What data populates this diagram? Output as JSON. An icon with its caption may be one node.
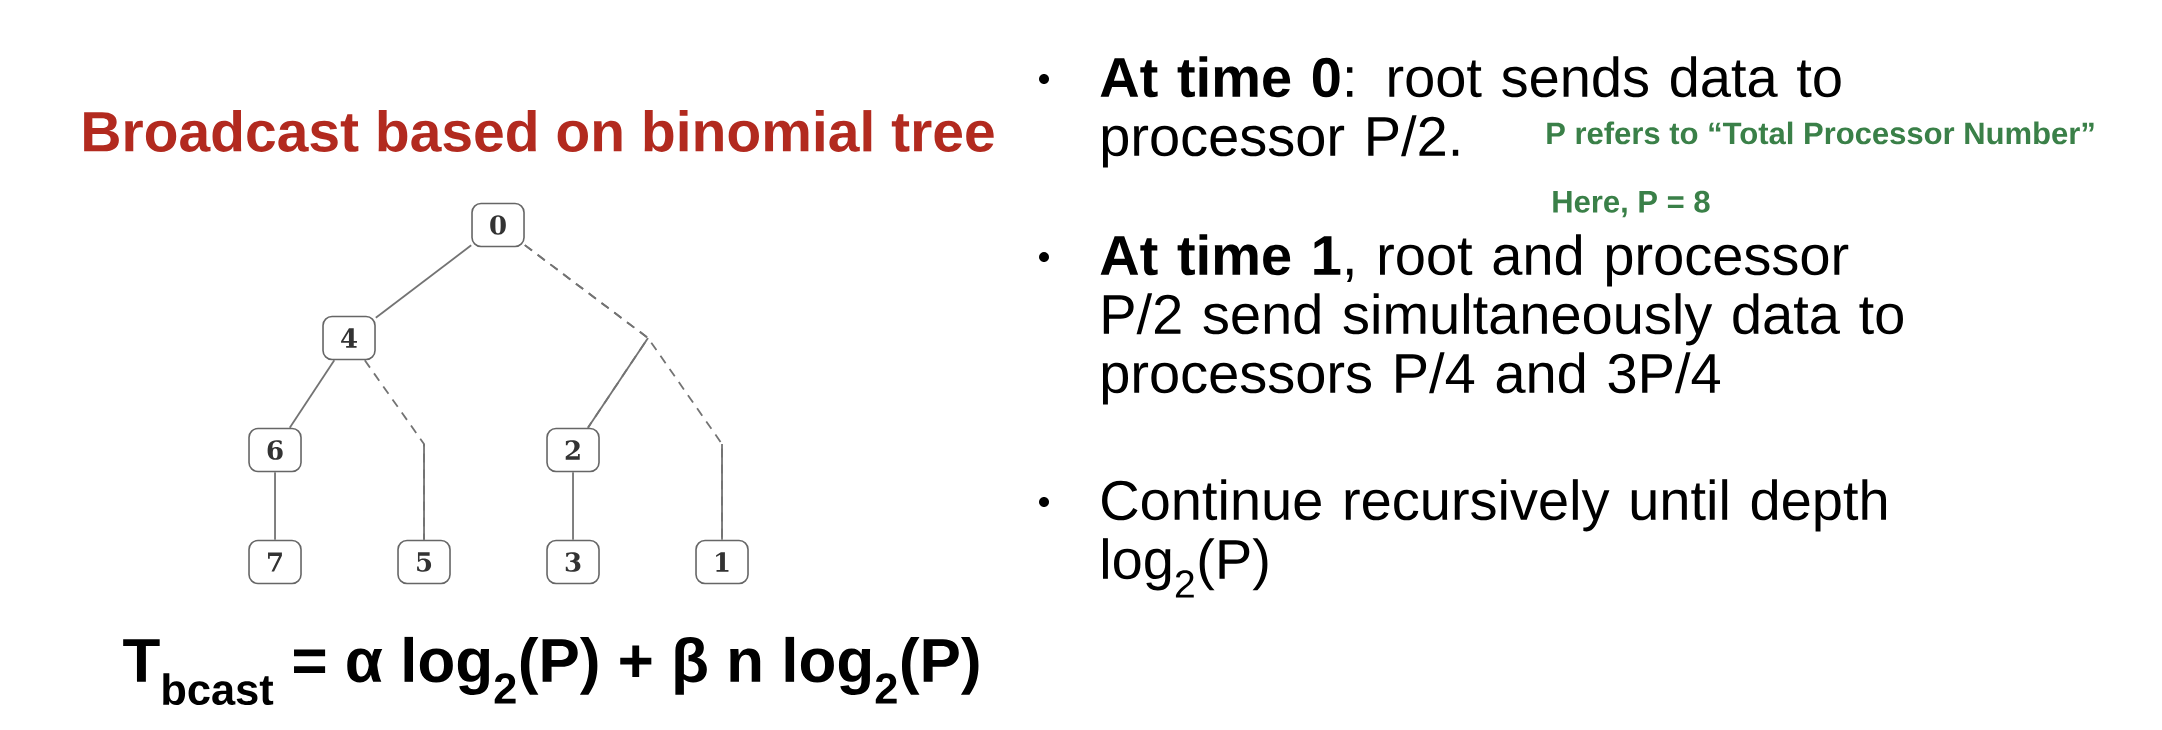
{
  "diagram": {
    "title": "Broadcast based on binomial tree",
    "nodes": [
      {
        "text": [
          "0"
        ]
      },
      {
        "text": [
          "4"
        ]
      },
      {
        "text": [
          "6"
        ]
      },
      {
        "text": [
          "7"
        ]
      },
      {
        "text": [
          "5"
        ]
      },
      {
        "text": [
          "2"
        ]
      },
      {
        "text": [
          "3"
        ]
      },
      {
        "text": [
          "1"
        ]
      }
    ],
    "edges": [
      {
        "from": 0,
        "to": 1,
        "arrow": "none"
      },
      {
        "from": 1,
        "to": 2,
        "arrow": "none"
      },
      {
        "from": 2,
        "to": 3,
        "arrow": "none"
      },
      {
        "from": 1,
        "to": 4,
        "arrow": "none",
        "style": "dashed"
      },
      {
        "from": 0,
        "to": 5,
        "arrow": "none",
        "style": "dashed"
      },
      {
        "from": 5,
        "to": 6,
        "arrow": "none"
      },
      {
        "from": 0,
        "to": 7,
        "arrow": "none",
        "style": "dashed"
      }
    ],
    "labels": [
      "T$_{bcast}$ = α log$_{2}$(P) + β n log$_{2}$(P)",
      "**At time 0**: root sends data to processor P/2.",
      "P refers to “Total Processor Number”",
      "Here, P = 8",
      "**At time 1**, root and processor P/2 send simultaneously data to processors P/4 and 3P/4",
      "Continue recursively until depth log$_{2}$(P)"
    ]
  }
}
